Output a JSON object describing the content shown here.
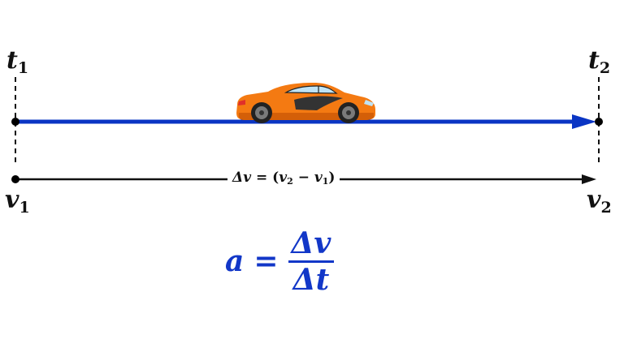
{
  "diagram": {
    "type": "kinematics-acceleration",
    "labels": {
      "t1": {
        "base": "t",
        "sub": "1"
      },
      "t2": {
        "base": "t",
        "sub": "2"
      },
      "v1": {
        "base": "v",
        "sub": "1"
      },
      "v2": {
        "base": "v",
        "sub": "2"
      }
    },
    "delta_v_label": {
      "lhs": "Δv",
      "eq": "=",
      "open": "(",
      "a": "v",
      "a_sub": "2",
      "minus": "−",
      "b": "v",
      "b_sub": "1",
      "close": ")"
    },
    "formula": {
      "lhs": "a",
      "eq": "=",
      "numerator": "Δv",
      "denominator": "Δt"
    },
    "colors": {
      "time_arrow": "#0a35c4",
      "velocity_arrow": "#000000",
      "formula": "#1237c8",
      "car_body": "#f47a12",
      "car_window": "#bfe3f5",
      "car_stripe": "#333333"
    },
    "object": "car-icon"
  }
}
